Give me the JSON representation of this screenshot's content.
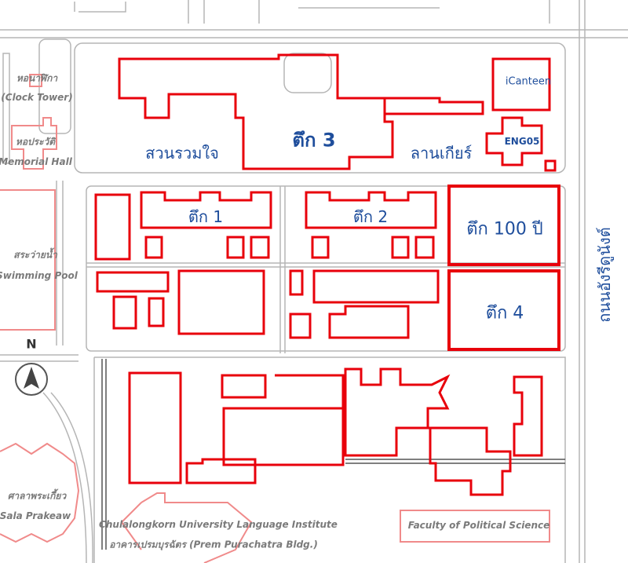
{
  "map": {
    "colors": {
      "building": "#e8000b",
      "road": "#aaaaaa",
      "label": "#1f4e9c",
      "landmark": "#7a7a7a"
    },
    "landmarks": [
      {
        "th": "หอนาฬิกา",
        "en": "(Clock Tower)"
      },
      {
        "th": "หอประวัติ",
        "en": "Memorial Hall"
      },
      {
        "th": "สระว่ายน้ำ",
        "en": "Swimming Pool"
      },
      {
        "th": "ศาลาพระเกี้ยว",
        "en": "Sala Prakeaw"
      },
      {
        "en": "Chulalongkorn University Language Institute",
        "th": "อาคารเปรมบุรฉัตร (Prem Purachatra Bldg.)"
      },
      {
        "en": "Faculty of Political Science"
      }
    ],
    "compass": {
      "label": "N",
      "icon": "north-arrow-icon"
    },
    "buildings": {
      "garden": "สวนรวมใจ",
      "bldg3": "ตึก 3",
      "gear_court": "ลานเกียร์",
      "icanteen": "iCanteen",
      "eng05": "ENG05",
      "bldg1": "ตึก 1",
      "bldg2": "ตึก 2",
      "bldg100": "ตึก 100 ปี",
      "bldg4": "ตึก 4"
    },
    "road": "ถนนอังรีดูนังต์"
  }
}
